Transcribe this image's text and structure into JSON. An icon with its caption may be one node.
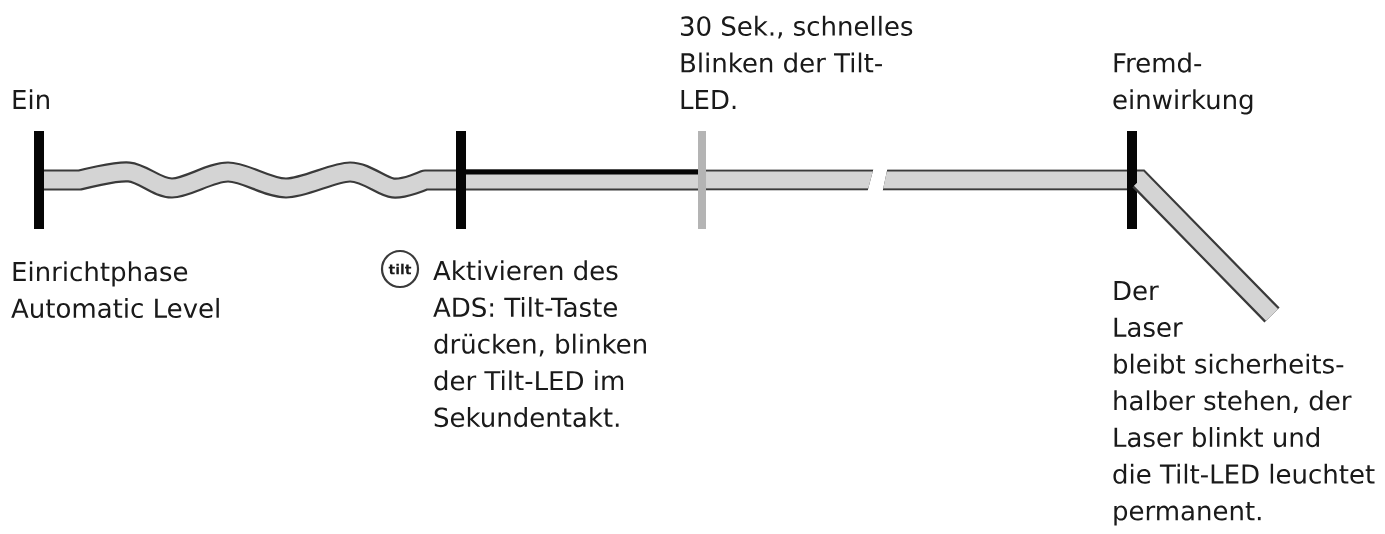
{
  "diagram": {
    "nodes": [
      {
        "text": [
          "Ein",
          "Einrichtphase Automatic Level"
        ]
      },
      {
        "text": [
          "Aktivieren des ADS: Tilt-Taste drücken, blinken der Tilt-LED im Sekundentakt."
        ]
      },
      {
        "text": [
          "tilt"
        ]
      },
      {
        "text": [
          "30 Sek., schnelles Blinken der Tilt- LED."
        ]
      },
      {
        "text": [
          "Fremd- einwirkung",
          "Der Laser bleibt sicherheits- halber stehen, der Laser blinkt und die Tilt-LED leuchtet permanent."
        ]
      }
    ],
    "edges": [
      {
        "from": 0,
        "to": 1,
        "arrow": "none"
      },
      {
        "from": 1,
        "to": 3,
        "arrow": "none"
      },
      {
        "from": 3,
        "to": 4,
        "arrow": "none"
      },
      {
        "from": 4,
        "to": null,
        "arrow": "none"
      }
    ]
  }
}
